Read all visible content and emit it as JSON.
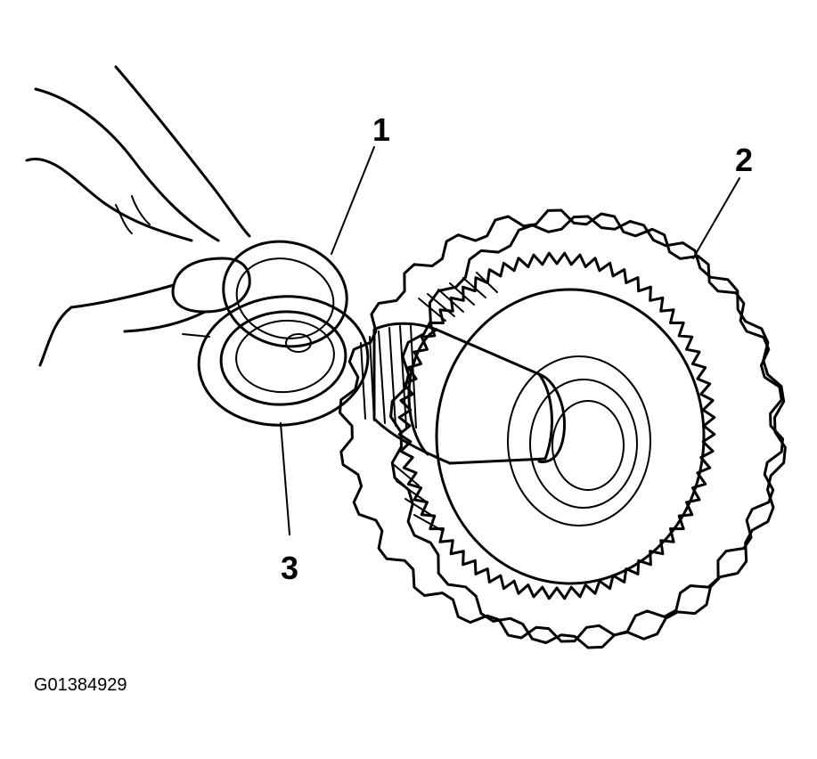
{
  "figure": {
    "callouts": [
      {
        "id": "1",
        "text": "1"
      },
      {
        "id": "2",
        "text": "2"
      },
      {
        "id": "3",
        "text": "3"
      }
    ],
    "figure_id": "G01384929"
  }
}
